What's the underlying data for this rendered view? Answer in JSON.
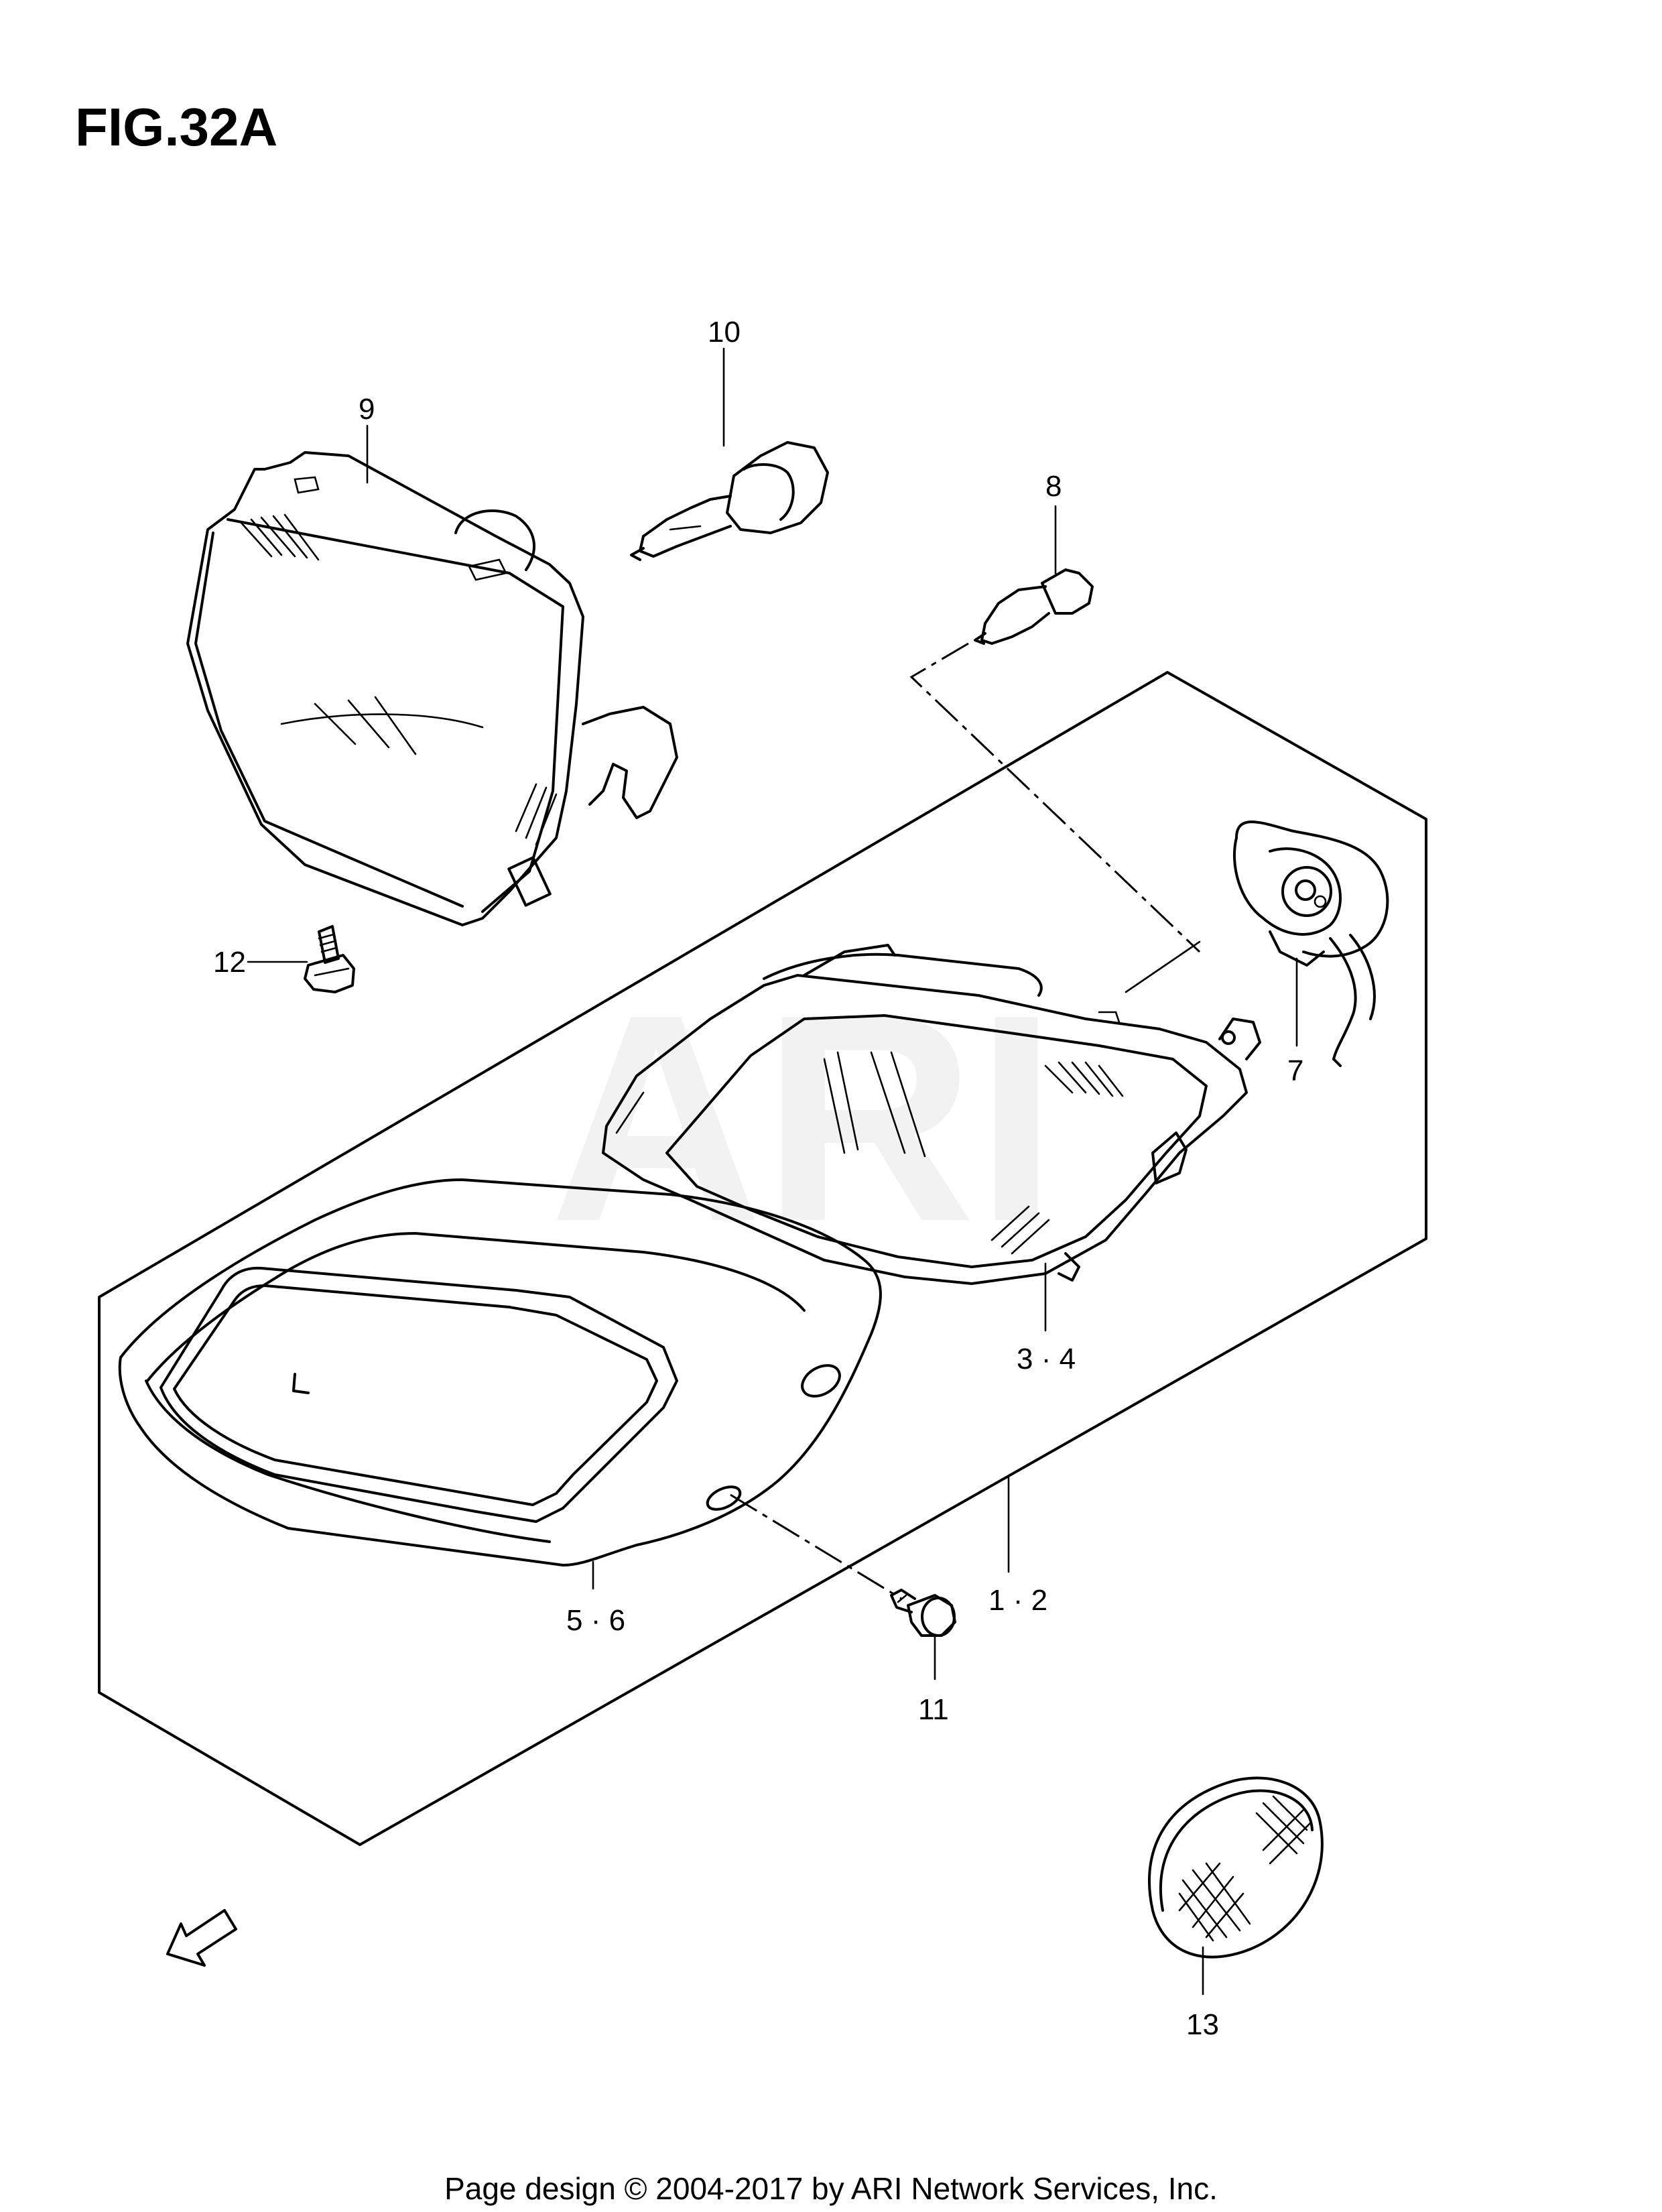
{
  "figure": {
    "title": "FIG.32A"
  },
  "watermark": "ARI",
  "callouts": [
    {
      "id": "c1-2",
      "label": "1 · 2"
    },
    {
      "id": "c3-4",
      "label": "3 · 4"
    },
    {
      "id": "c5-6",
      "label": "5 · 6"
    },
    {
      "id": "c7",
      "label": "7"
    },
    {
      "id": "c8",
      "label": "8"
    },
    {
      "id": "c9",
      "label": "9"
    },
    {
      "id": "c10",
      "label": "10"
    },
    {
      "id": "c11",
      "label": "11"
    },
    {
      "id": "c12",
      "label": "12"
    },
    {
      "id": "c13",
      "label": "13"
    }
  ],
  "fwd_arrow_label": "FWD",
  "footer": "Page design © 2004-2017 by ARI Network Services, Inc."
}
